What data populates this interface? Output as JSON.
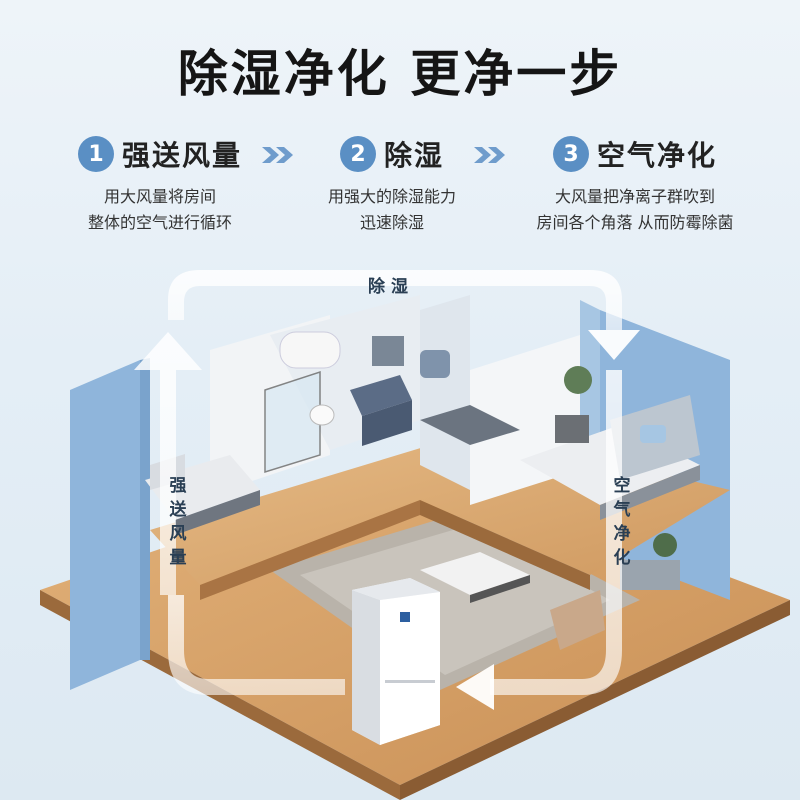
{
  "headline": "除湿净化 更净一步",
  "features": [
    {
      "num": "1",
      "title": "强送风量",
      "desc": [
        "用大风量将房间",
        "整体的空气进行循环"
      ]
    },
    {
      "num": "2",
      "title": "除湿",
      "desc": [
        "用强大的除湿能力",
        "迅速除湿"
      ]
    },
    {
      "num": "3",
      "title": "空气净化",
      "desc": [
        "大风量把净离子群吹到",
        "房间各个角落 从而防霉除菌"
      ]
    }
  ],
  "diagram": {
    "top_label": "除湿",
    "left_label": "强送风量",
    "right_label": "空气净化"
  },
  "colors": {
    "accent": "#5a8fc4",
    "wall_blue": "#8fb5db",
    "floor_wood": "#d9a56b",
    "heading": "#151515"
  }
}
